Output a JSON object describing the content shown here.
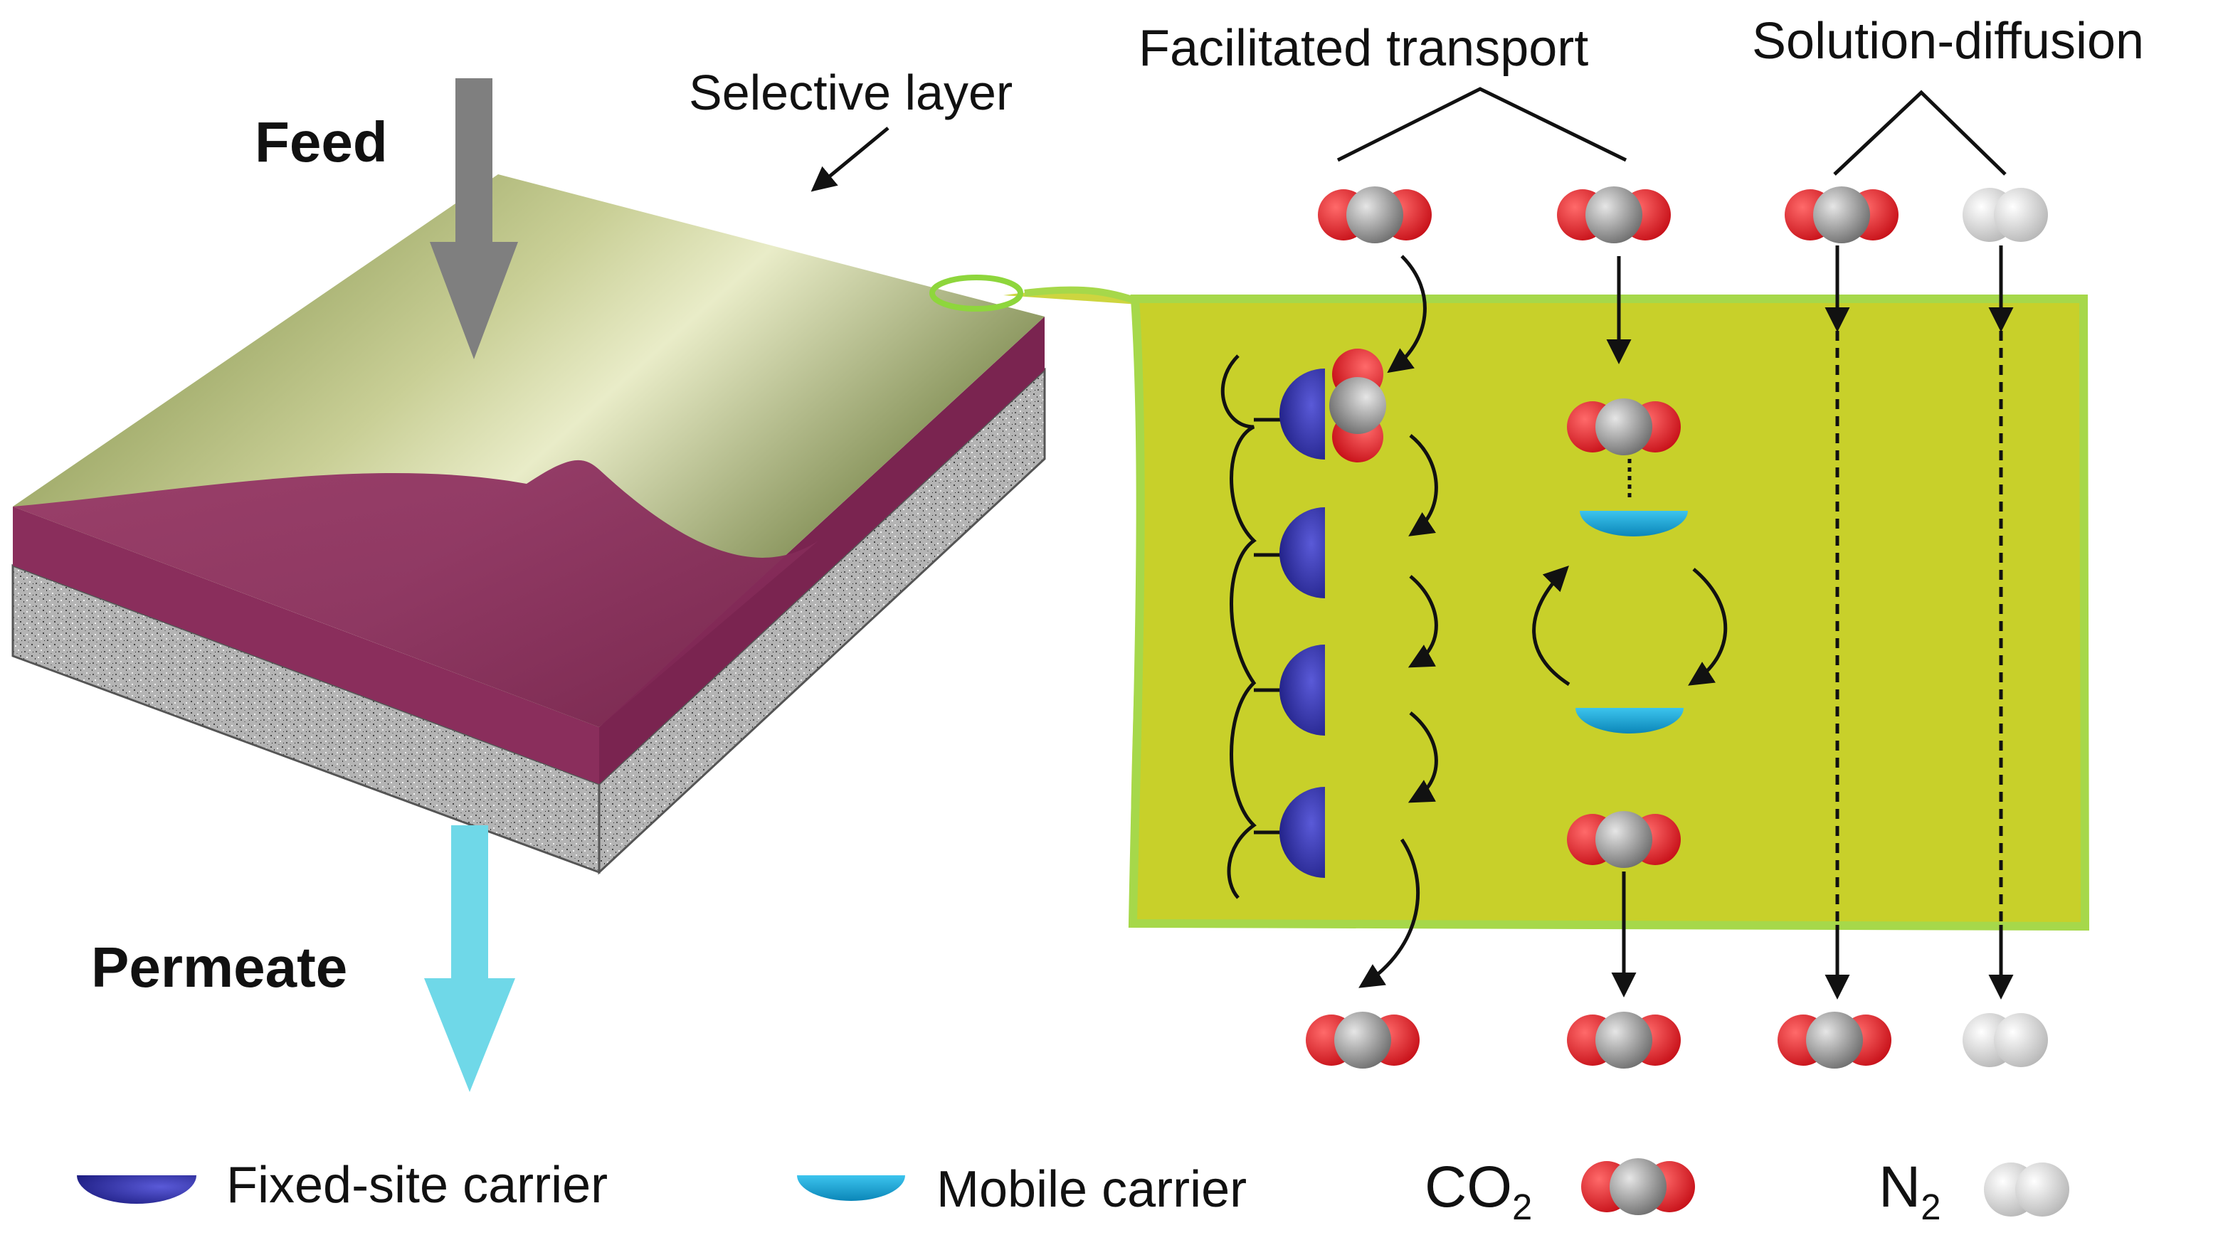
{
  "labels": {
    "feed": "Feed",
    "permeate": "Permeate",
    "selective_layer": "Selective layer",
    "facilitated_transport": "Facilitated transport",
    "solution_diffusion": "Solution-diffusion"
  },
  "legend": {
    "fixed_site_carrier": "Fixed-site carrier",
    "mobile_carrier": "Mobile carrier",
    "co2_main": "CO",
    "co2_sub": "2",
    "n2_main": "N",
    "n2_sub": "2"
  },
  "colors": {
    "feed_arrow": "#7f7f7f",
    "permeate_arrow": "#6fd8e8",
    "selective_layer": "#c8d02a",
    "selective_layer_edge": "#a6d84a",
    "membrane_top": "#7a8a3a",
    "membrane_middle": "#8a2e5c",
    "support": "#a9a9a9",
    "fixed_site_carrier": "#2a2aa0",
    "mobile_carrier": "#1aa6d6",
    "oxygen_atom": "#e8232a",
    "carbon_atom": "#a0a0a0",
    "nitrogen_atom": "#dcdcdc"
  }
}
